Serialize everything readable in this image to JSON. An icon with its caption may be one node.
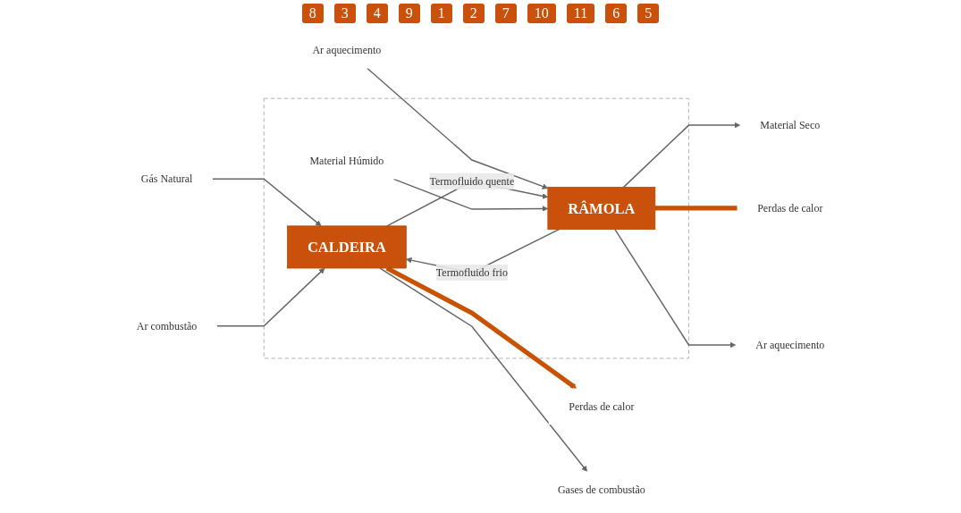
{
  "diagram": {
    "nodes": [
      {
        "text": [],
        "shape": "box"
      },
      {
        "text": [
          "Gases de combustão"
        ]
      },
      {
        "text": [
          "Ar aquecimento"
        ]
      },
      {
        "text": [
          "Gás Natural"
        ]
      },
      {
        "text": [
          "CALDEIRA"
        ],
        "in": 0
      },
      {
        "text": [
          "RÂMOLA"
        ],
        "in": 0
      },
      {
        "text": [
          "Material Seco"
        ]
      },
      {
        "text": [
          "Ar combustão"
        ]
      },
      {
        "text": [
          "Material Húmido"
        ],
        "in": 0
      },
      {
        "text": [
          "Perdas de calor"
        ]
      },
      {
        "text": [
          "Perdas de calor"
        ]
      },
      {
        "text": [
          "Ar aquecimento"
        ]
      }
    ],
    "edges": [
      {
        "from": 4,
        "to": 1,
        "arrow": "to"
      },
      {
        "from": 2,
        "to": 5,
        "arrow": "to"
      },
      {
        "from": 3,
        "to": 4,
        "arrow": "to"
      },
      {
        "from": 7,
        "to": 4,
        "arrow": "to"
      },
      {
        "from": 4,
        "to": 5,
        "arrow": "to",
        "label": "Termofluido quente"
      },
      {
        "from": 5,
        "to": 6,
        "arrow": "to"
      },
      {
        "from": 8,
        "to": 5,
        "arrow": "to"
      },
      {
        "from": 4,
        "to": 9,
        "arrow": "to",
        "style": "thick",
        "color": "#c85200"
      },
      {
        "from": 5,
        "to": 10,
        "arrow": "none",
        "style": "thick",
        "color": "#c85200"
      },
      {
        "from": 5,
        "to": 11,
        "arrow": "to"
      },
      {
        "from": 5,
        "to": 4,
        "arrow": "to",
        "label": "Termofluido frio"
      }
    ],
    "labels": [
      "8",
      "3",
      "4",
      "9",
      "1",
      "2",
      "7",
      "10",
      "11",
      "6",
      "5"
    ]
  }
}
